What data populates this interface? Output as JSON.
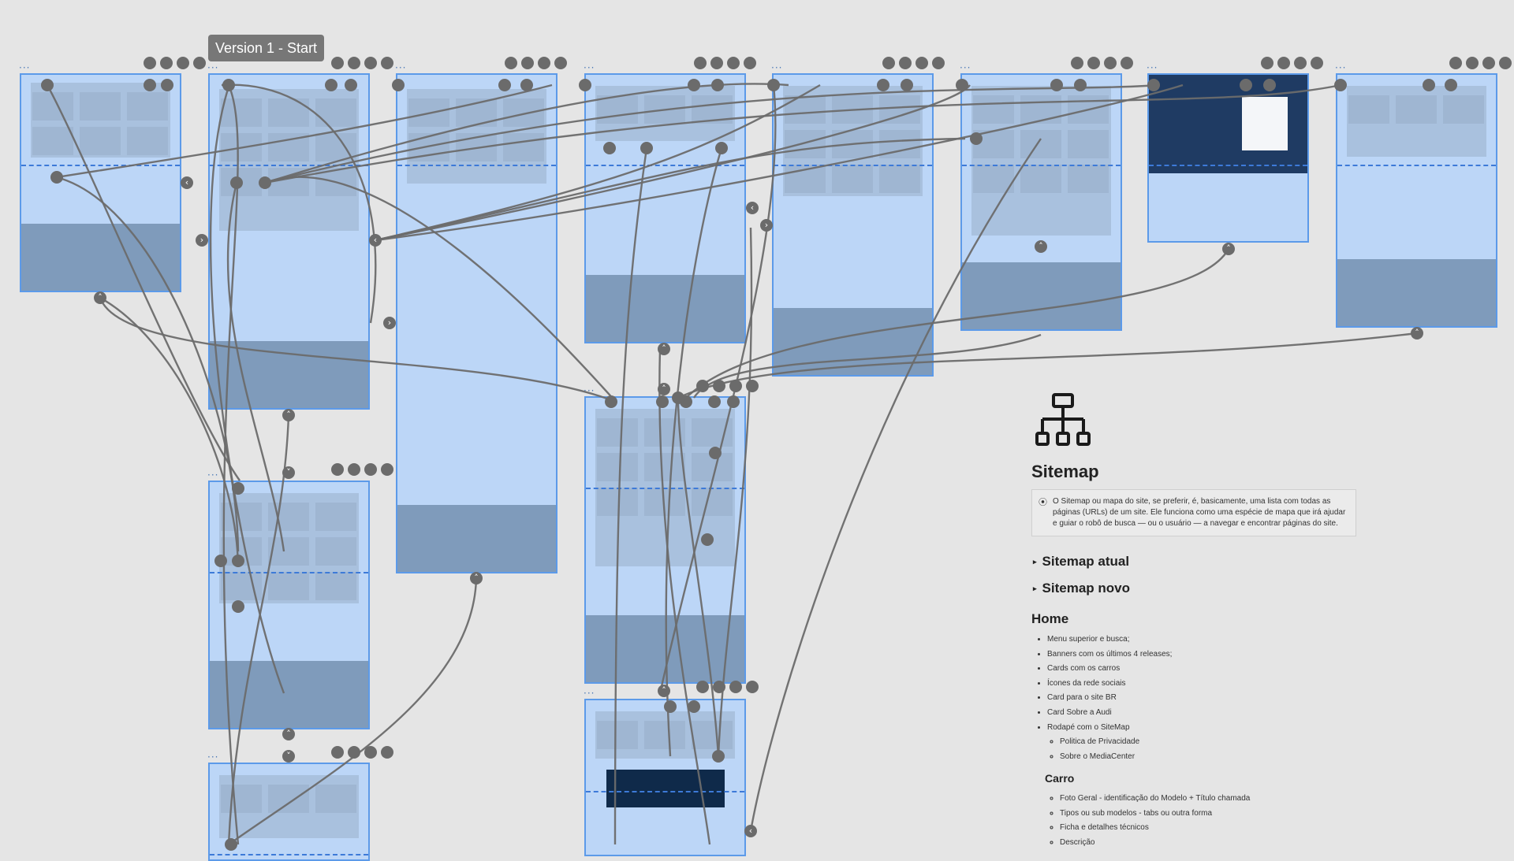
{
  "canvas": {
    "version_label": "Version 1 - Start",
    "frame_menu_glyph": "···"
  },
  "colors": {
    "background": "#e5e5e5",
    "frame_fill": "#bcd6f7",
    "frame_border": "#5c9ae9",
    "footer_fill": "#7f9bbb",
    "connector": "#6b6b6b",
    "badge": "#777777"
  },
  "doc": {
    "icon": "sitemap-icon",
    "title": "Sitemap",
    "callout_icon": "location-pin-icon",
    "callout_text": "O Sitemap ou mapa do site, se preferir, é, basicamente, uma lista com todas as páginas (URLs) de um site. Ele funciona como uma espécie de mapa que irá ajudar e guiar o robô de busca — ou o usuário — a navegar e encontrar páginas do site.",
    "toggles": [
      "Sitemap atual",
      "Sitemap novo"
    ],
    "home_heading": "Home",
    "home_items": [
      "Menu superior e busca;",
      "Banners com os últimos 4 releases;",
      "Cards com os carros",
      "Ícones da rede sociais",
      "Card para o site BR",
      "Card Sobre a Audi",
      "Rodapé com o SiteMap"
    ],
    "footer_items": [
      "Politica de Privacidade",
      "Sobre o MediaCenter"
    ],
    "carro_heading": "Carro",
    "carro_items": [
      "Foto Geral - identificação do Modelo + Título chamada",
      "Tipos ou sub modelos - tabs ou outra forma",
      "Ficha e detalhes técnicos",
      "Descrição"
    ]
  }
}
